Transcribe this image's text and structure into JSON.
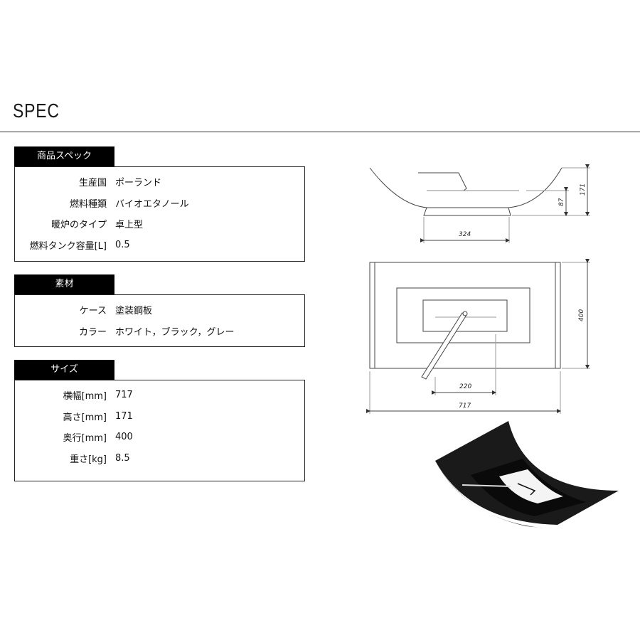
{
  "page": {
    "title": "SPEC"
  },
  "sections": [
    {
      "heading": "商品スペック",
      "rows": [
        {
          "label": "生産国",
          "value": "ポーランド"
        },
        {
          "label": "燃料種類",
          "value": "バイオエタノール"
        },
        {
          "label": "暖炉のタイプ",
          "value": "卓上型"
        },
        {
          "label": "燃料タンク容量[L]",
          "value": "0.5"
        }
      ]
    },
    {
      "heading": "素材",
      "rows": [
        {
          "label": "ケース",
          "value": "塗装鋼板"
        },
        {
          "label": "カラー",
          "value": "ホワイト，ブラック，グレー"
        }
      ]
    },
    {
      "heading": "サイズ",
      "rows": [
        {
          "label": "横幅[mm]",
          "value": "717"
        },
        {
          "label": "高さ[mm]",
          "value": "171"
        },
        {
          "label": "奥行[mm]",
          "value": "400"
        },
        {
          "label": "重さ[kg]",
          "value": "8.5"
        }
      ]
    }
  ],
  "drawing": {
    "side_dims": {
      "height_total": "171",
      "height_base": "87",
      "base_width": "324"
    },
    "top_dims": {
      "depth": "400",
      "burner_width": "220",
      "total_width": "717"
    }
  }
}
